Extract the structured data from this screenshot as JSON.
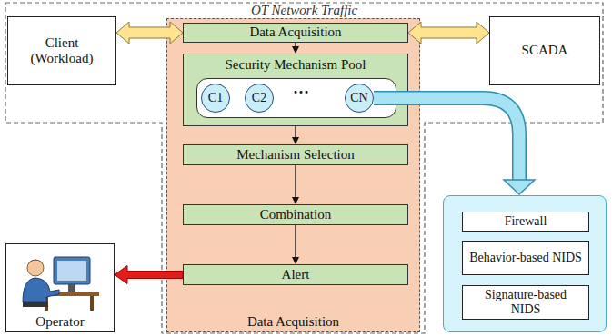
{
  "diagram": {
    "nodes": [
      {
        "text": [
          "OT Network Traffic"
        ]
      },
      {
        "text": [
          "Client (Workload)"
        ],
        "in": 0
      },
      {
        "text": [
          "Data Acquisition"
        ],
        "in": 0
      },
      {
        "text": [
          "Data Acquisition"
        ],
        "in": 2
      },
      {
        "text": [
          "Security Mechanism Pool"
        ],
        "in": 2
      },
      {
        "text": [
          "C1"
        ],
        "in": 4
      },
      {
        "text": [
          "C2"
        ],
        "in": 4
      },
      {
        "text": [
          "CN"
        ],
        "in": 4
      },
      {
        "text": [
          "SCADA"
        ],
        "in": 0
      },
      {
        "text": [
          "Mechanism Selection"
        ],
        "in": 2
      },
      {
        "text": [
          "Combination"
        ],
        "in": 2
      },
      {
        "text": [
          "Alert"
        ],
        "in": 2
      },
      {
        "text": [
          "Operator"
        ]
      },
      {
        "text": []
      },
      {
        "text": [
          "Firewall"
        ],
        "in": 13
      },
      {
        "text": [
          "Behavior-based NIDS"
        ],
        "in": 13
      },
      {
        "text": [
          "Signature-based NIDS"
        ],
        "in": 13
      }
    ],
    "edges": [
      {
        "from": 1,
        "to": 3,
        "arrow": "both"
      },
      {
        "from": 3,
        "to": 8,
        "arrow": "both"
      },
      {
        "from": 3,
        "to": 4,
        "arrow": "to"
      },
      {
        "from": 4,
        "to": 9,
        "arrow": "to"
      },
      {
        "from": 9,
        "to": 10,
        "arrow": "to"
      },
      {
        "from": 10,
        "to": 11,
        "arrow": "to"
      },
      {
        "from": 11,
        "to": 12,
        "arrow": "to"
      },
      {
        "from": 7,
        "to": 13,
        "arrow": "to"
      }
    ],
    "labels": [
      "···"
    ]
  }
}
